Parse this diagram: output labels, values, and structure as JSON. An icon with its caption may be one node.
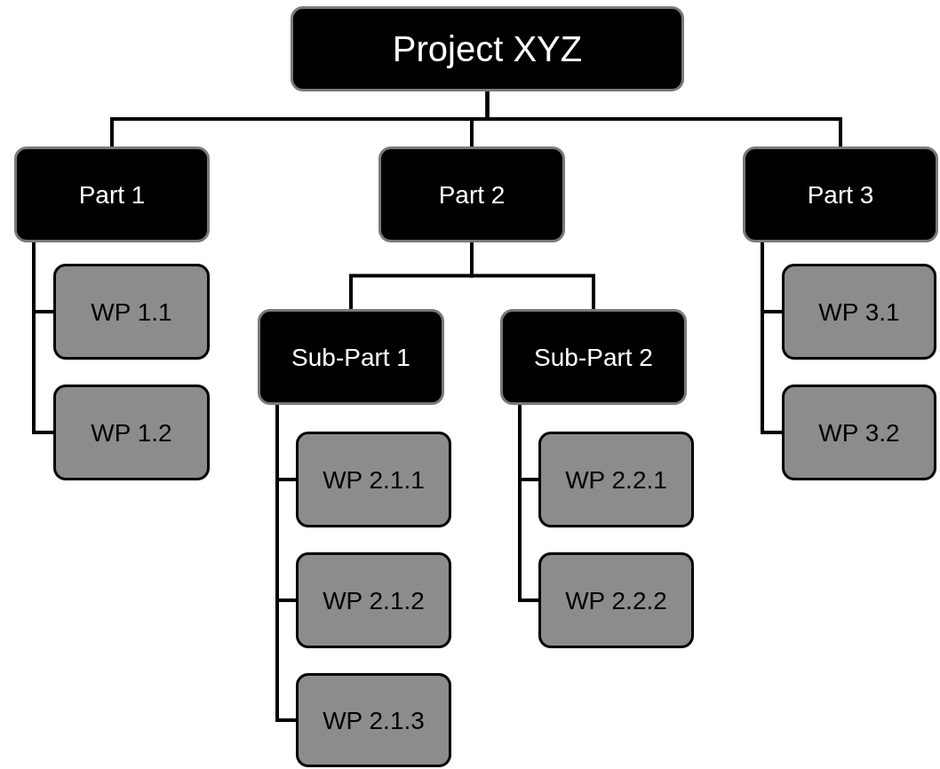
{
  "diagram": {
    "nodes": [
      {
        "text": [
          "Project XYZ"
        ]
      },
      {
        "text": [
          "Part 1"
        ]
      },
      {
        "text": [
          "Part 2"
        ]
      },
      {
        "text": [
          "Part 3"
        ]
      },
      {
        "text": [
          "WP 1.1"
        ]
      },
      {
        "text": [
          "WP 1.2"
        ]
      },
      {
        "text": [
          "Sub-Part 1"
        ]
      },
      {
        "text": [
          "Sub-Part 2"
        ]
      },
      {
        "text": [
          "WP 2.1.1"
        ]
      },
      {
        "text": [
          "WP 2.1.2"
        ]
      },
      {
        "text": [
          "WP 2.1.3"
        ]
      },
      {
        "text": [
          "WP 2.2.1"
        ]
      },
      {
        "text": [
          "WP 2.2.2"
        ]
      },
      {
        "text": [
          "WP 3.1"
        ]
      },
      {
        "text": [
          "WP 3.2"
        ]
      }
    ],
    "edges": [
      {
        "from": 0,
        "to": 1,
        "arrow": "none"
      },
      {
        "from": 0,
        "to": 2,
        "arrow": "none"
      },
      {
        "from": 0,
        "to": 3,
        "arrow": "none"
      },
      {
        "from": 1,
        "to": 4,
        "arrow": "none"
      },
      {
        "from": 1,
        "to": 5,
        "arrow": "none"
      },
      {
        "from": 2,
        "to": 6,
        "arrow": "none"
      },
      {
        "from": 2,
        "to": 7,
        "arrow": "none"
      },
      {
        "from": 6,
        "to": 8,
        "arrow": "none"
      },
      {
        "from": 6,
        "to": 9,
        "arrow": "none"
      },
      {
        "from": 6,
        "to": 10,
        "arrow": "none"
      },
      {
        "from": 7,
        "to": 11,
        "arrow": "none"
      },
      {
        "from": 7,
        "to": 12,
        "arrow": "none"
      },
      {
        "from": 3,
        "to": 13,
        "arrow": "none"
      },
      {
        "from": 3,
        "to": 14,
        "arrow": "none"
      }
    ]
  }
}
